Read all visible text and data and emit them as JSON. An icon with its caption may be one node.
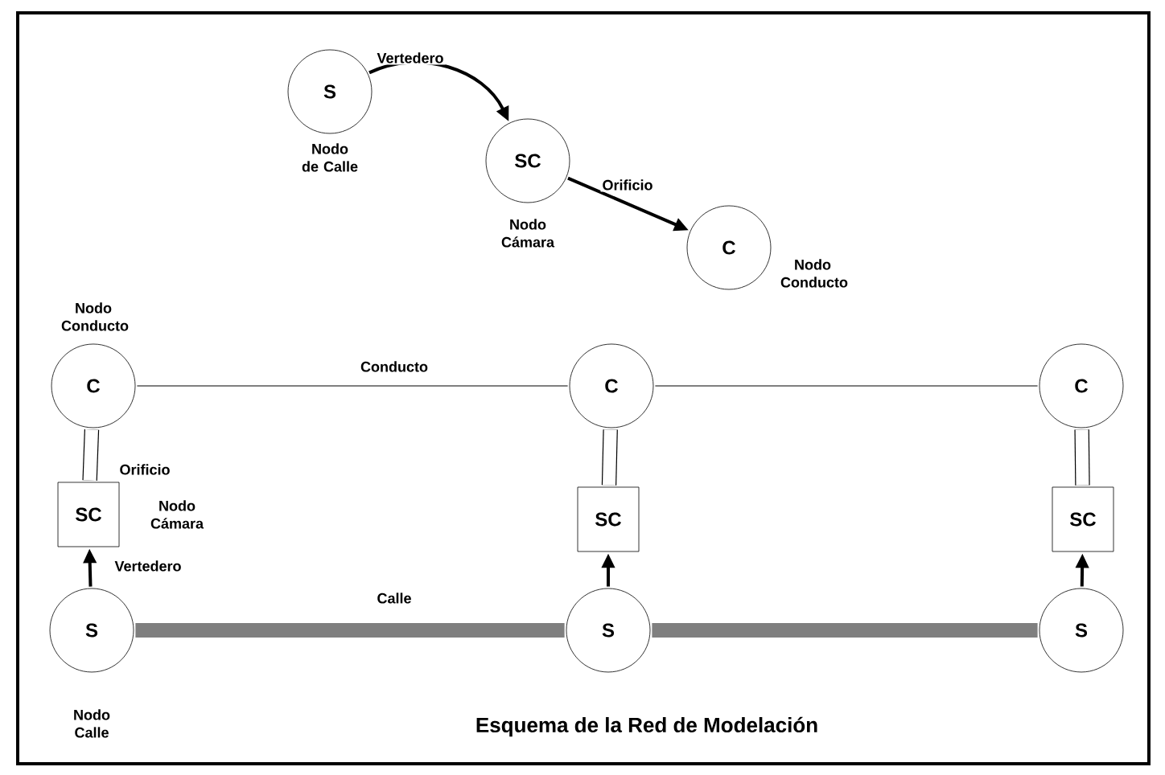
{
  "diagram": {
    "caption": "Esquema de la Red de Modelación",
    "nodes": [
      {
        "text": [
          "S"
        ],
        "beside": [
          "Nodo de Calle"
        ]
      },
      {
        "text": [
          "SC"
        ],
        "beside": [
          "Nodo Cámara"
        ]
      },
      {
        "text": [
          "C"
        ],
        "beside": [
          "Nodo Conducto"
        ]
      },
      {
        "text": [
          "C"
        ],
        "beside": [
          "Nodo Conducto"
        ]
      },
      {
        "text": [
          "C"
        ]
      },
      {
        "text": [
          "C"
        ]
      },
      {
        "text": [
          "SC"
        ],
        "beside": [
          "Nodo Cámara"
        ]
      },
      {
        "text": [
          "SC"
        ]
      },
      {
        "text": [
          "SC"
        ]
      },
      {
        "text": [
          "S"
        ],
        "beside": [
          "Nodo Calle"
        ]
      },
      {
        "text": [
          "S"
        ]
      },
      {
        "text": [
          "S"
        ]
      }
    ],
    "edges": [
      {
        "from": 0,
        "to": 1,
        "arrow": "to",
        "label": "Vertedero"
      },
      {
        "from": 1,
        "to": 2,
        "arrow": "to",
        "label": "Orificio"
      },
      {
        "from": 3,
        "to": 4,
        "arrow": "none",
        "label": "Conducto"
      },
      {
        "from": 4,
        "to": 5,
        "arrow": "none"
      },
      {
        "from": 6,
        "to": 3,
        "arrow": "none",
        "label": "Orificio",
        "style": "thick"
      },
      {
        "from": 7,
        "to": 4,
        "arrow": "none",
        "style": "thick"
      },
      {
        "from": 8,
        "to": 5,
        "arrow": "none",
        "style": "thick"
      },
      {
        "from": 9,
        "to": 6,
        "arrow": "to",
        "label": "Vertedero"
      },
      {
        "from": 10,
        "to": 7,
        "arrow": "to"
      },
      {
        "from": 11,
        "to": 8,
        "arrow": "to"
      },
      {
        "from": 9,
        "to": 10,
        "arrow": "none",
        "label": "Calle",
        "style": "thick",
        "color": "#7f7f7f"
      },
      {
        "from": 10,
        "to": 11,
        "arrow": "none",
        "style": "thick",
        "color": "#7f7f7f"
      }
    ]
  }
}
